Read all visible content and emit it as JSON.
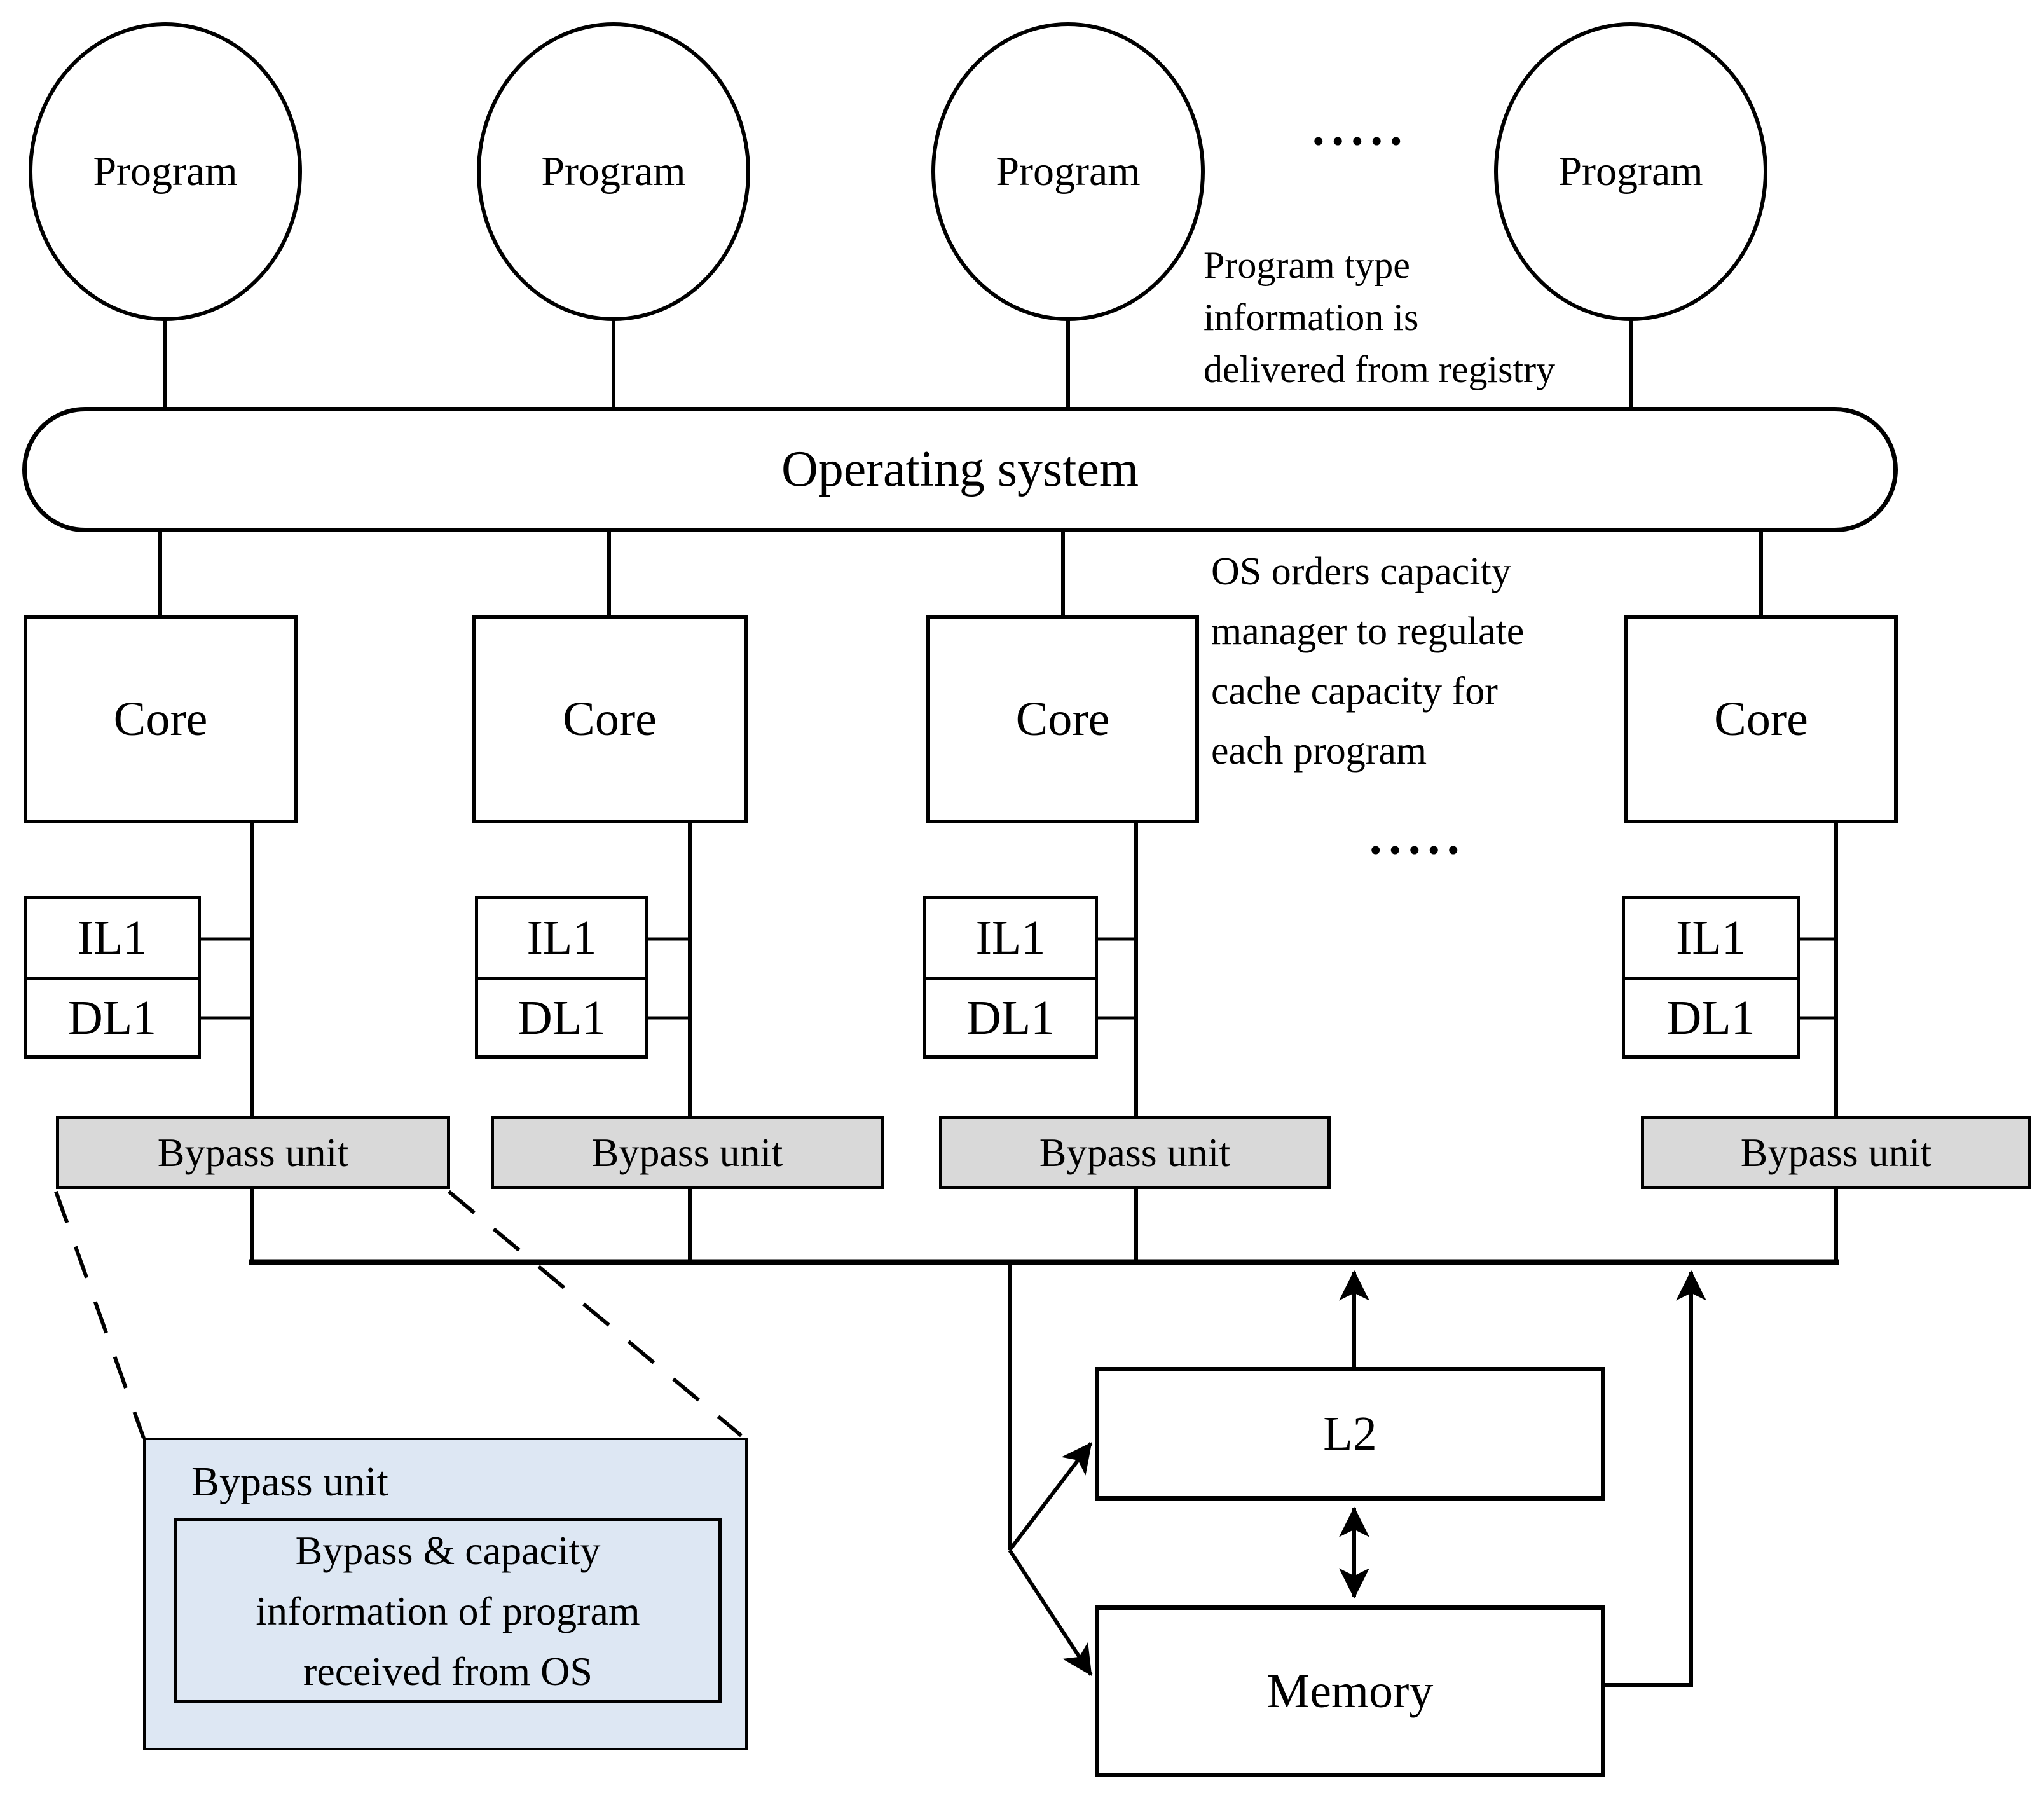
{
  "columns": [
    {
      "program": "Program",
      "core": "Core",
      "il1": "IL1",
      "dl1": "DL1",
      "bypass": "Bypass unit"
    },
    {
      "program": "Program",
      "core": "Core",
      "il1": "IL1",
      "dl1": "DL1",
      "bypass": "Bypass unit"
    },
    {
      "program": "Program",
      "core": "Core",
      "il1": "IL1",
      "dl1": "DL1",
      "bypass": "Bypass unit"
    },
    {
      "program": "Program",
      "core": "Core",
      "il1": "IL1",
      "dl1": "DL1",
      "bypass": "Bypass unit"
    }
  ],
  "os_label": "Operating system",
  "annotations": {
    "registry": {
      "lines": [
        "Program type",
        "information is",
        "delivered from registry"
      ]
    },
    "capacity": {
      "lines": [
        "OS orders capacity",
        "manager to regulate",
        "cache capacity for",
        "each program"
      ]
    }
  },
  "ellipsis": {
    "top": ".....",
    "middle": "....."
  },
  "hierarchy": {
    "l2": "L2",
    "memory": "Memory"
  },
  "callout": {
    "title": "Bypass unit",
    "lines": [
      "Bypass & capacity",
      "information of program",
      "received from OS"
    ]
  },
  "colors": {
    "stroke": "#000000",
    "bypass_fill": "#d9d9d9",
    "callout_fill": "#dde7f3",
    "background": "#ffffff"
  }
}
